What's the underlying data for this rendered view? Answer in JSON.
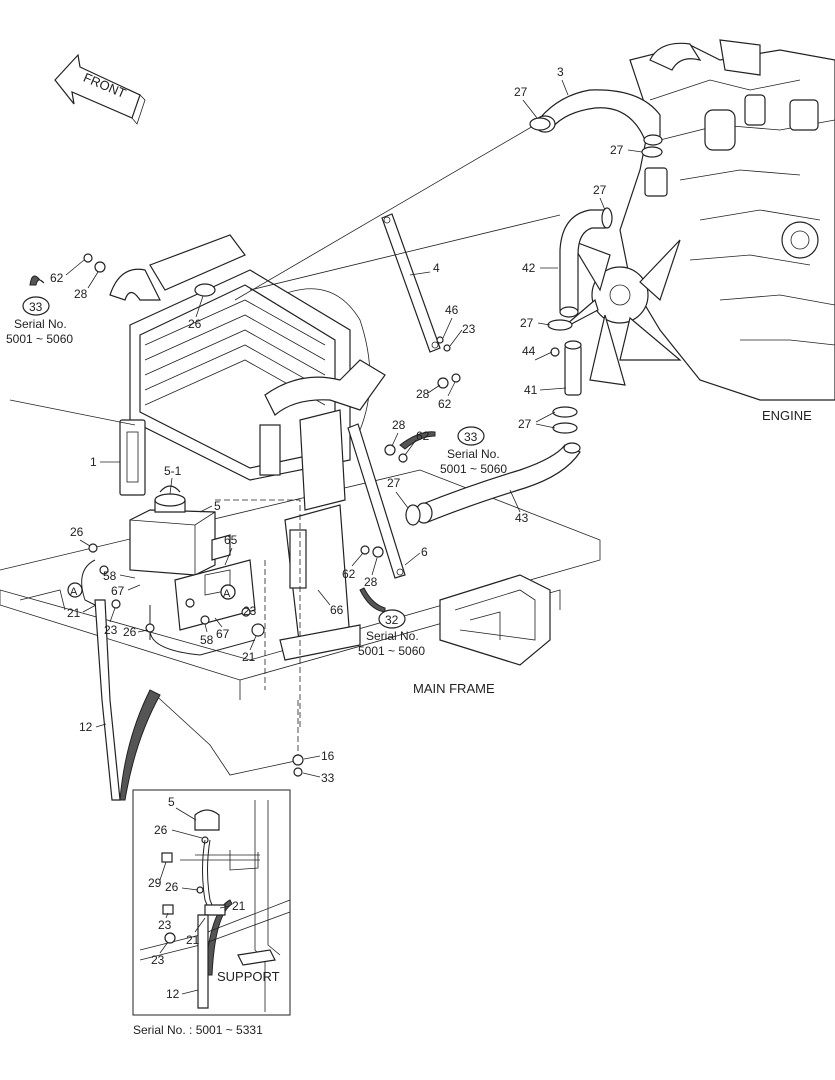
{
  "front_label": "FRONT",
  "engine_label": "ENGINE",
  "main_frame_label": "MAIN FRAME",
  "support_label": "SUPPORT",
  "inset_serial": "Serial No. : 5001 ~ 5331",
  "serial_title": "Serial No.",
  "serial_range": "5001 ~ 5060",
  "callouts": {
    "c1": "1",
    "c3": "3",
    "c4": "4",
    "c5": "5",
    "c5_1": "5-1",
    "c6": "6",
    "c12": "12",
    "c16": "16",
    "c21a": "21",
    "c21b": "21",
    "c23a": "23",
    "c23b": "23",
    "c23c": "23",
    "c26a": "26",
    "c26b": "26",
    "c26c": "26",
    "c27a": "27",
    "c27b": "27",
    "c27c": "27",
    "c27d": "27",
    "c27e": "27",
    "c27f": "27",
    "c28a": "28",
    "c28b": "28",
    "c28c": "28",
    "c28d": "28",
    "c33a": "33",
    "c33b": "33",
    "c33c": "33",
    "c32": "32",
    "c41": "41",
    "c42": "42",
    "c43": "43",
    "c44": "44",
    "c46": "46",
    "c58a": "58",
    "c58b": "58",
    "c62a": "62",
    "c62b": "62",
    "c62c": "62",
    "c62d": "62",
    "c65": "65",
    "c66": "66",
    "c67a": "67",
    "c67b": "67",
    "cA1": "A",
    "cA2": "A",
    "i5": "5",
    "i26a": "26",
    "i26b": "26",
    "i29": "29",
    "i21a": "21",
    "i21b": "21",
    "i23a": "23",
    "i23b": "23",
    "i12": "12"
  }
}
